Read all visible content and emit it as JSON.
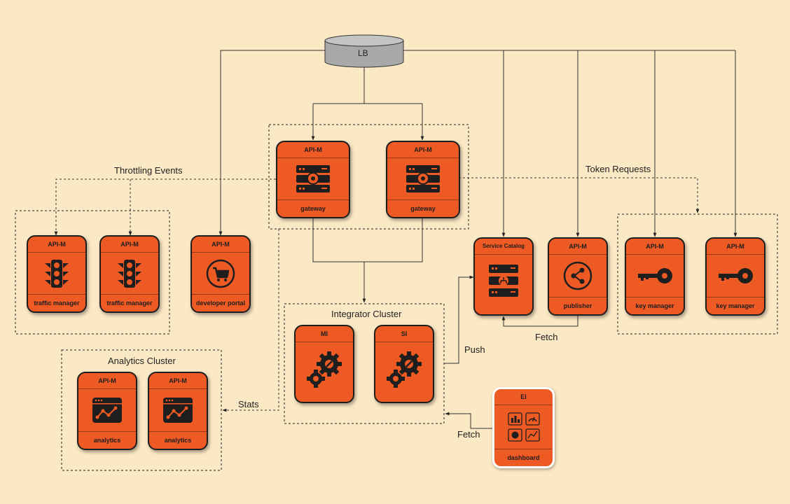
{
  "load_balancer": {
    "label": "LB"
  },
  "groups": {
    "integrator": "Integrator Cluster",
    "analytics": "Analytics Cluster"
  },
  "edge_labels": {
    "throttling": "Throttling Events",
    "token": "Token Requests",
    "fetch_catalog": "Fetch",
    "push": "Push",
    "stats": "Stats",
    "fetch_dashboard": "Fetch"
  },
  "nodes": {
    "gateway_1": {
      "header": "API-M",
      "footer": "gateway",
      "icon": "gateway-server-icon"
    },
    "gateway_2": {
      "header": "API-M",
      "footer": "gateway",
      "icon": "gateway-server-icon"
    },
    "traffic_manager_1": {
      "header": "API-M",
      "footer": "traffic manager",
      "icon": "traffic-light-icon"
    },
    "traffic_manager_2": {
      "header": "API-M",
      "footer": "traffic manager",
      "icon": "traffic-light-icon"
    },
    "developer_portal": {
      "header": "API-M",
      "footer": "developer portal",
      "icon": "shopping-cart-icon"
    },
    "service_catalog": {
      "header": "Service Catalog",
      "footer": "",
      "icon": "service-catalog-icon"
    },
    "publisher": {
      "header": "API-M",
      "footer": "publisher",
      "icon": "share-icon"
    },
    "key_manager_1": {
      "header": "API-M",
      "footer": "key manager",
      "icon": "key-icon"
    },
    "key_manager_2": {
      "header": "API-M",
      "footer": "key manager",
      "icon": "key-icon"
    },
    "mi": {
      "header": "MI",
      "footer": "",
      "icon": "gears-icon"
    },
    "si": {
      "header": "SI",
      "footer": "",
      "icon": "gears-icon"
    },
    "analytics_1": {
      "header": "API-M",
      "footer": "analytics",
      "icon": "analytics-window-icon"
    },
    "analytics_2": {
      "header": "API-M",
      "footer": "analytics",
      "icon": "analytics-window-icon"
    },
    "dashboard": {
      "header": "EI",
      "footer": "dashboard",
      "icon": "dashboard-charts-icon"
    }
  },
  "colors": {
    "background": "#fbe8c4",
    "card_fill": "#ee5a24",
    "card_border": "#1e1e1e",
    "lb_fill": "#a9a9a9",
    "line": "#333333"
  }
}
